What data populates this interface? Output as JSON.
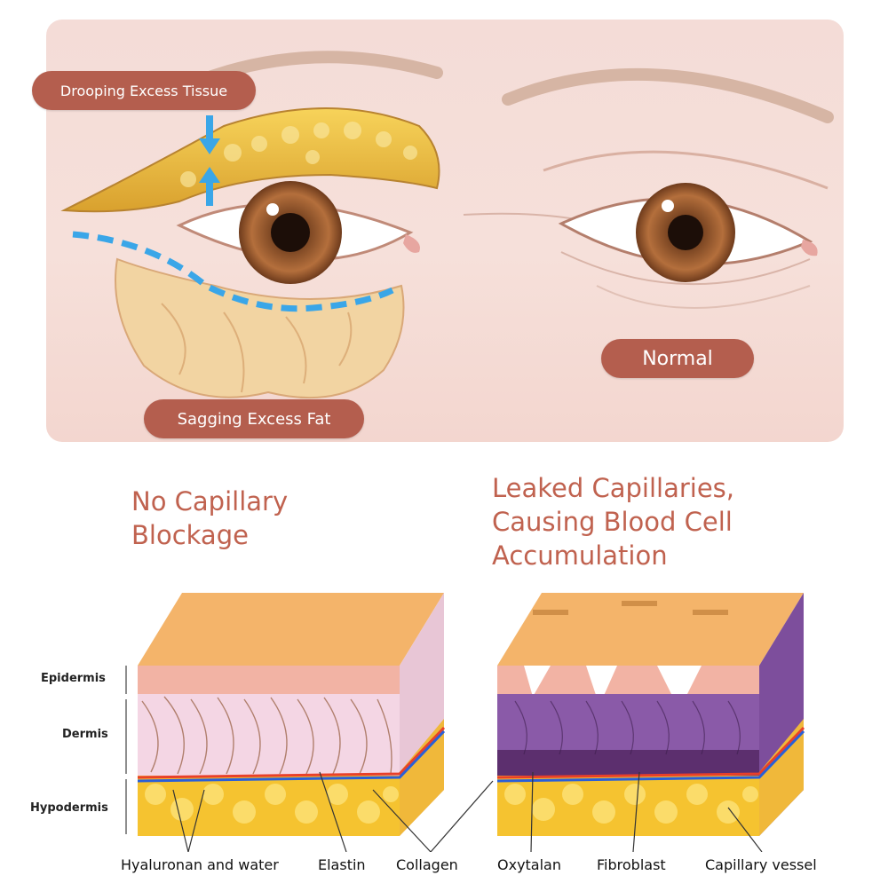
{
  "eye_labels": {
    "drooping": "Drooping Excess Tissue",
    "sagging": "Sagging Excess Fat",
    "normal": "Normal"
  },
  "headings": {
    "left": "No Capillary\nBlockage",
    "right": "Leaked Capillaries,\nCausing Blood Cell\nAccumulation"
  },
  "layer_labels": {
    "epidermis": "Epidermis",
    "dermis": "Dermis",
    "hypodermis": "Hypodermis"
  },
  "component_labels": {
    "hyaluronan": "Hyaluronan and water",
    "elastin": "Elastin",
    "collagen": "Collagen",
    "oxytalan": "Oxytalan",
    "fibroblast": "Fibroblast",
    "capillary": "Capillary vessel"
  },
  "colors": {
    "pill_bg": "#b45e4e",
    "heading_text": "#c0624f",
    "epidermis": "#f2b3a4",
    "dermis_healthy": "#f4d6e4",
    "dermis_damaged": "#8a5aa8",
    "fat": "#f5c330",
    "arrow_blue": "#3aa6e8"
  }
}
